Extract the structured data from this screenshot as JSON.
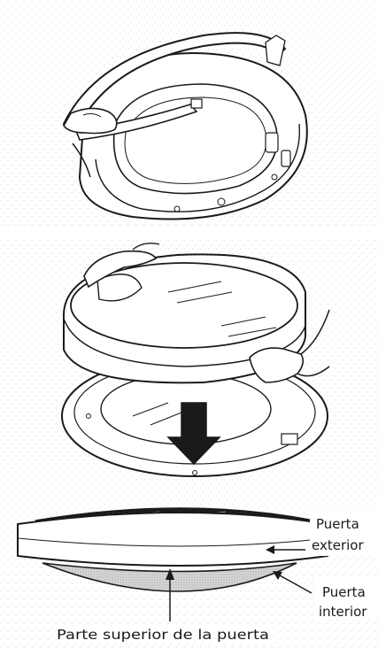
{
  "labels": {
    "outer_door_line1": "Puerta",
    "outer_door_line2": "exterior",
    "inner_door_line1": "Puerta",
    "inner_door_line2": "interior",
    "door_top": "Parte superior de la puerta"
  },
  "colors": {
    "ink": "#1a1a1a",
    "paper": "#ffffff",
    "speckle": "#c9c9c9",
    "glass_dark": "#222222",
    "gasket_gray": "#b5b5b5"
  }
}
